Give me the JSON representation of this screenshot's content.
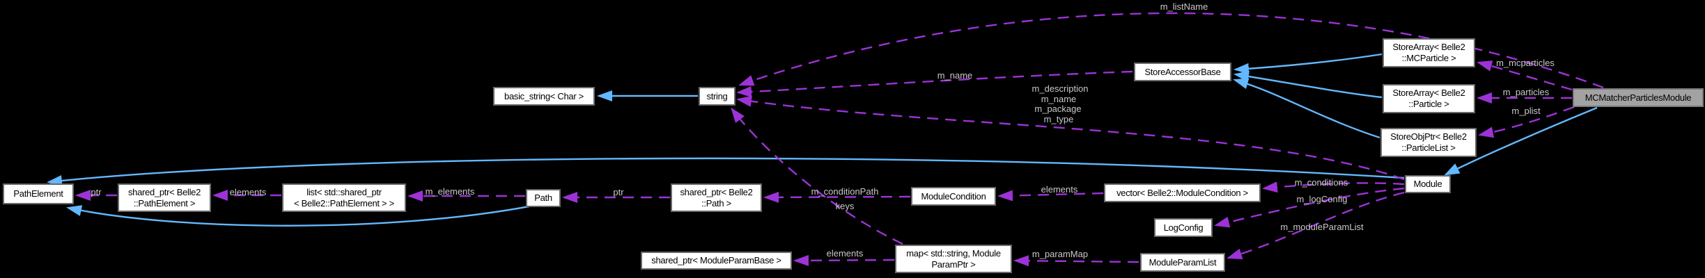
{
  "title": "MCMatcherParticlesModule collaboration diagram",
  "colors": {
    "background": "#000000",
    "node_fill": "#ffffff",
    "node_border": "#696969",
    "node_text": "#000000",
    "highlight_node_fill": "#a2a2a2",
    "usage_edge": "#9d33d6",
    "inheritance_edge": "#63b8ff",
    "edge_label_text": "#c9c9c9"
  },
  "nodes": {
    "pathelement": {
      "label": "PathElement"
    },
    "sp_pathelement": {
      "label": "shared_ptr< Belle2\n::PathElement >"
    },
    "list_sp": {
      "label": "list< std::shared_ptr\n< Belle2::PathElement > >"
    },
    "basic_string": {
      "label": "basic_string< Char >"
    },
    "string": {
      "label": "string"
    },
    "path": {
      "label": "Path"
    },
    "sp_path": {
      "label": "shared_ptr< Belle2\n::Path >"
    },
    "modulecondition": {
      "label": "ModuleCondition"
    },
    "vector_mc": {
      "label": "vector< Belle2::ModuleCondition >"
    },
    "logconfig": {
      "label": "LogConfig"
    },
    "moduleparamlist": {
      "label": "ModuleParamList"
    },
    "map_box": {
      "label": "map< std::string, Module\nParamPtr >"
    },
    "sp_mpb": {
      "label": "shared_ptr< ModuleParamBase >"
    },
    "storeaccessorbase": {
      "label": "StoreAccessorBase"
    },
    "sa_mcparticle": {
      "label": "StoreArray< Belle2\n::MCParticle >"
    },
    "sa_particle": {
      "label": "StoreArray< Belle2\n::Particle >"
    },
    "storeobjptr": {
      "label": "StoreObjPtr< Belle2\n::ParticleList >"
    },
    "module": {
      "label": "Module"
    },
    "mcmatcher": {
      "label": "MCMatcherParticlesModule"
    }
  },
  "labels": {
    "m_listname": "m_listName",
    "m_name_store": "m_name",
    "m_description": "m_description",
    "m_name_module": "m_name",
    "m_package": "m_package",
    "m_type": "m_type",
    "m_mcparticles": "m_mcparticles",
    "m_particles": "m_particles",
    "m_plist": "m_plist",
    "m_conditions": "m_conditions",
    "m_logconfig": "m_logConfig",
    "m_moduleparamlist": "m_moduleParamList",
    "m_parammap": "m_paramMap",
    "elements_map": "elements",
    "keys": "keys",
    "m_conditionpath": "m_conditionPath",
    "elements_vector": "elements",
    "m_elements": "m_elements",
    "elements_list": "elements",
    "ptr_pathelement": "ptr",
    "ptr_path": "ptr"
  }
}
